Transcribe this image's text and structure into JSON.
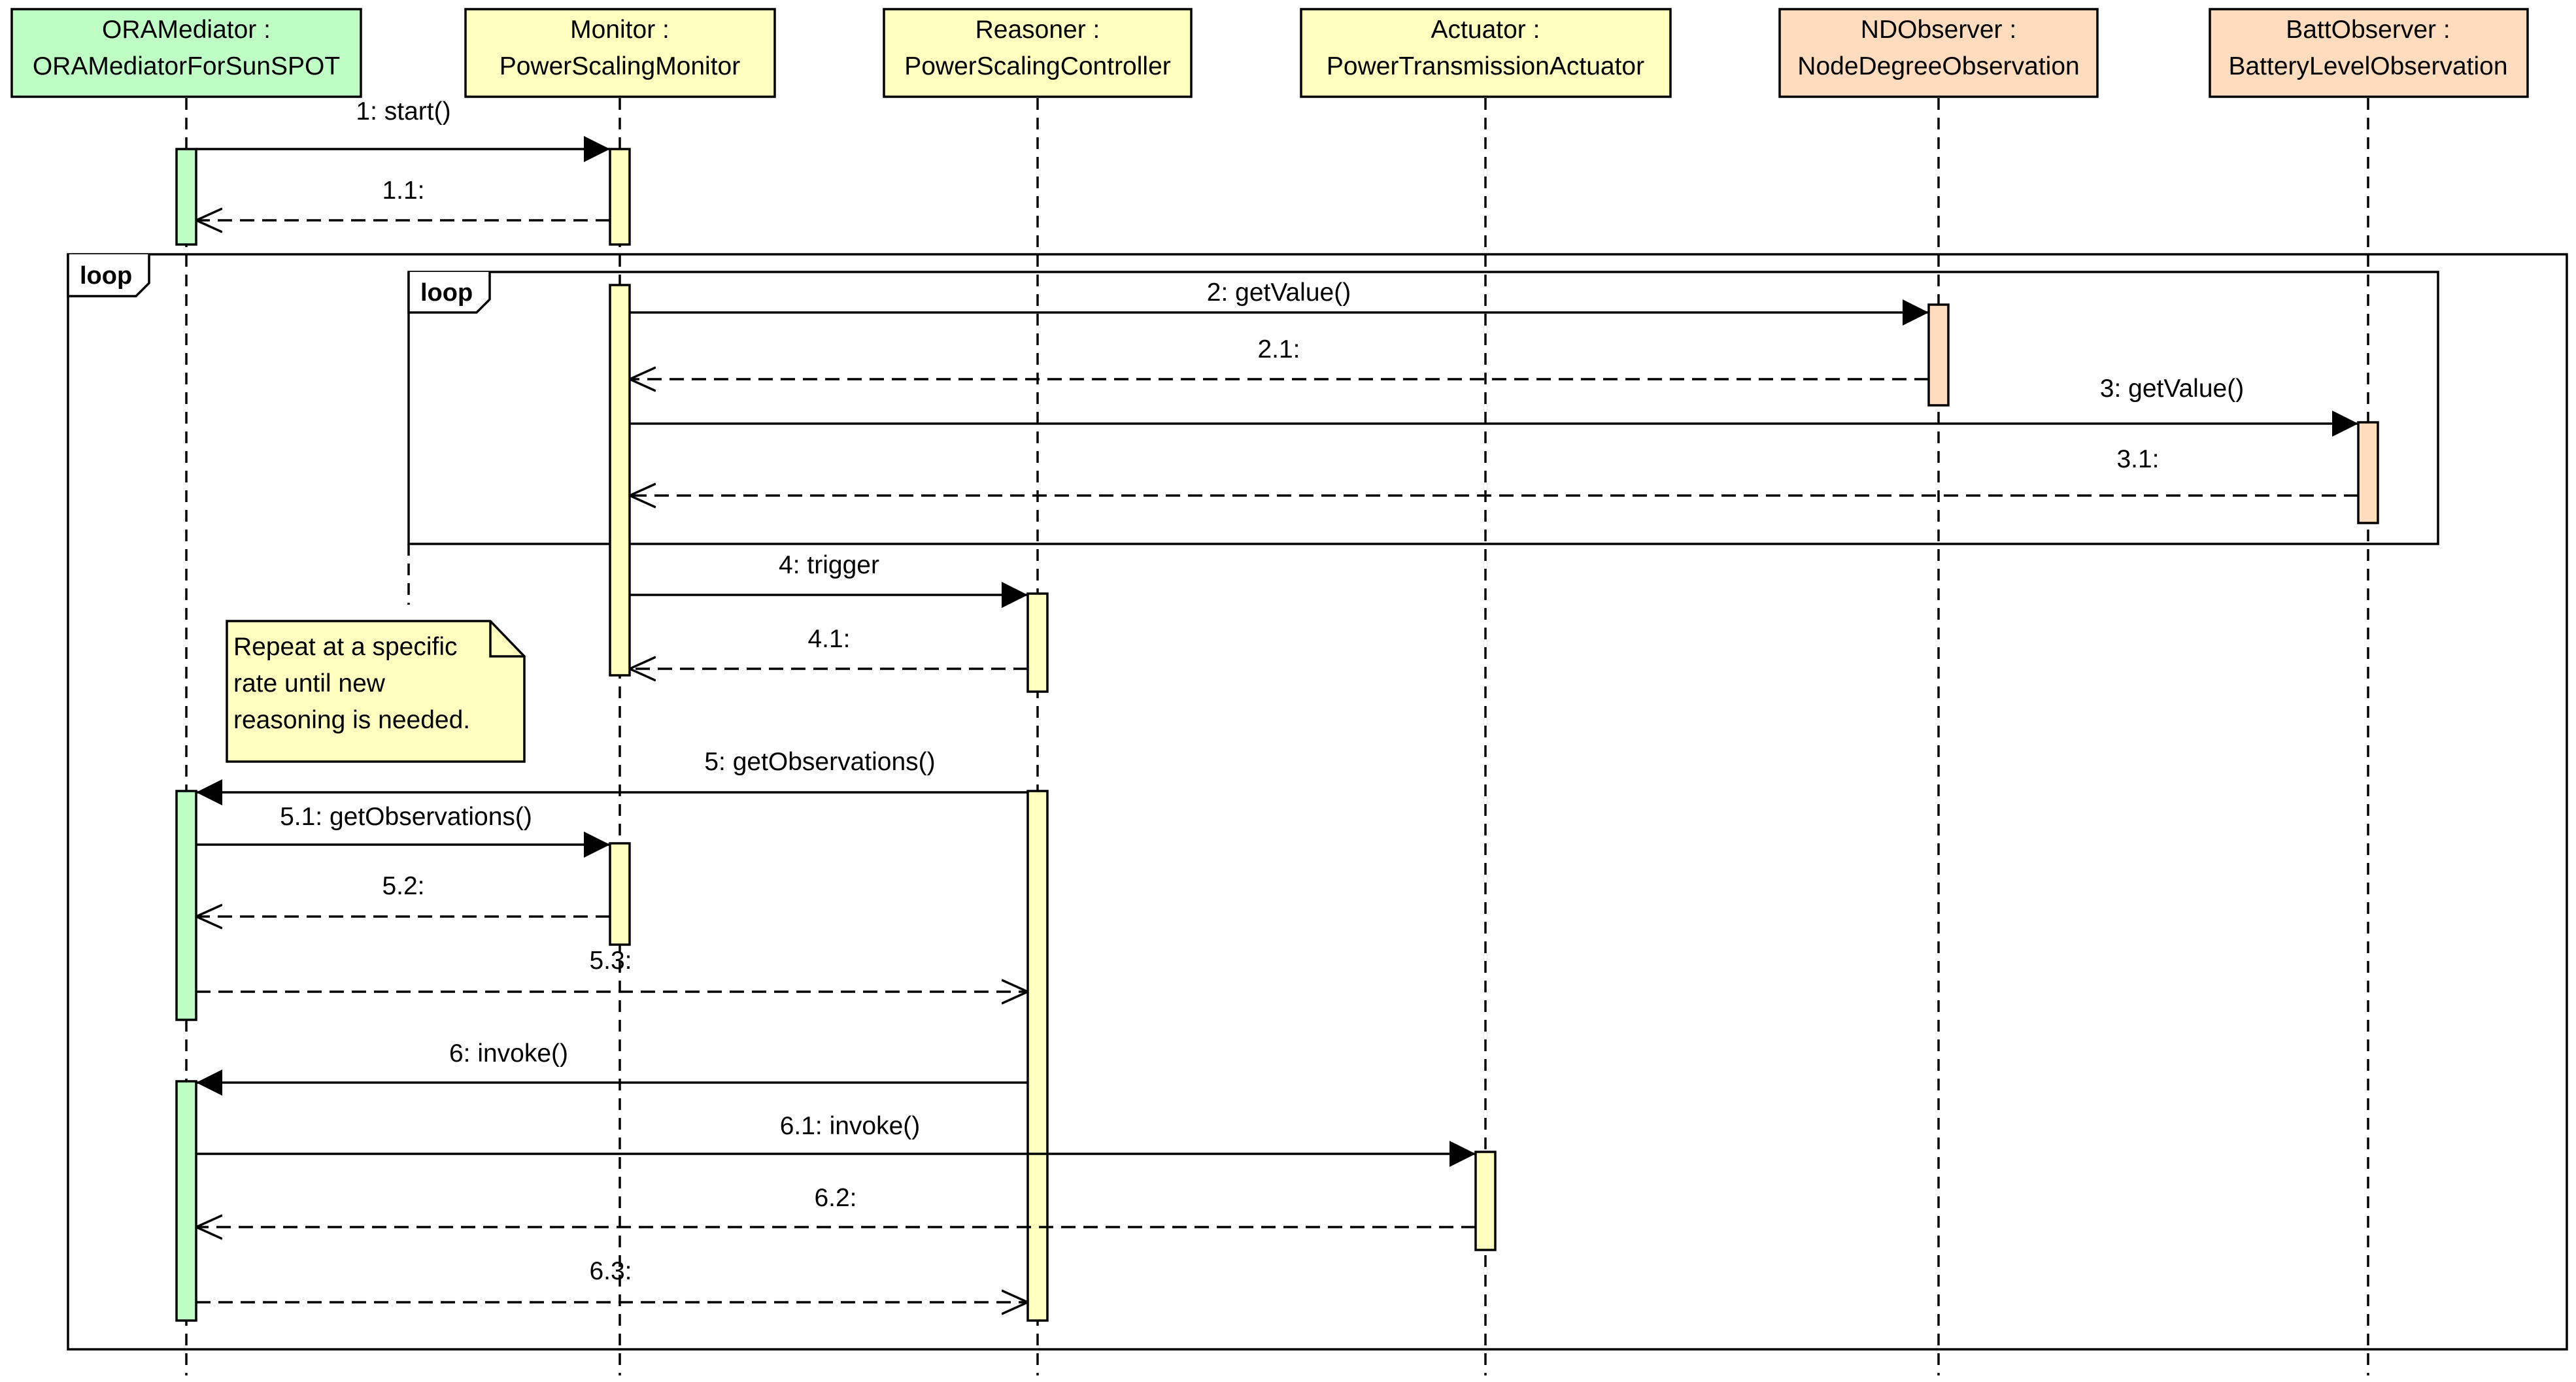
{
  "lifelines": [
    {
      "id": "mediator",
      "name_line1": "ORAMediator :",
      "name_line2": "ORAMediatorForSunSPOT",
      "fill": "#bfffc6"
    },
    {
      "id": "monitor",
      "name_line1": "Monitor :",
      "name_line2": "PowerScalingMonitor",
      "fill": "#ffffc0"
    },
    {
      "id": "reasoner",
      "name_line1": "Reasoner :",
      "name_line2": "PowerScalingController",
      "fill": "#ffffc0"
    },
    {
      "id": "actuator",
      "name_line1": "Actuator :",
      "name_line2": "PowerTransmissionActuator",
      "fill": "#ffffc0"
    },
    {
      "id": "ndobserver",
      "name_line1": "NDObserver :",
      "name_line2": "NodeDegreeObservation",
      "fill": "#ffdcbe"
    },
    {
      "id": "battobserver",
      "name_line1": "BattObserver :",
      "name_line2": "BatteryLevelObservation",
      "fill": "#ffdcbe"
    }
  ],
  "frames": [
    {
      "id": "outer-loop",
      "label": "loop"
    },
    {
      "id": "inner-loop",
      "label": "loop"
    }
  ],
  "note": {
    "lines": [
      "Repeat at a specific",
      "rate until new",
      "reasoning is needed."
    ],
    "fill": "#ffffc0"
  },
  "messages": [
    {
      "label": "1: start()",
      "from": "mediator",
      "to": "monitor",
      "kind": "sync"
    },
    {
      "label": "1.1:",
      "from": "monitor",
      "to": "mediator",
      "kind": "reply"
    },
    {
      "label": "2: getValue()",
      "from": "monitor",
      "to": "ndobserver",
      "kind": "sync"
    },
    {
      "label": "2.1:",
      "from": "ndobserver",
      "to": "monitor",
      "kind": "reply"
    },
    {
      "label": "3: getValue()",
      "from": "monitor",
      "to": "battobserver",
      "kind": "sync"
    },
    {
      "label": "3.1:",
      "from": "battobserver",
      "to": "monitor",
      "kind": "reply"
    },
    {
      "label": "4: trigger",
      "from": "monitor",
      "to": "reasoner",
      "kind": "sync"
    },
    {
      "label": "4.1:",
      "from": "reasoner",
      "to": "monitor",
      "kind": "reply"
    },
    {
      "label": "5: getObservations()",
      "from": "reasoner",
      "to": "mediator",
      "kind": "sync"
    },
    {
      "label": "5.1: getObservations()",
      "from": "mediator",
      "to": "monitor",
      "kind": "sync"
    },
    {
      "label": "5.2:",
      "from": "monitor",
      "to": "mediator",
      "kind": "reply"
    },
    {
      "label": "5.3:",
      "from": "mediator",
      "to": "reasoner",
      "kind": "reply"
    },
    {
      "label": "6: invoke()",
      "from": "reasoner",
      "to": "mediator",
      "kind": "sync"
    },
    {
      "label": "6.1: invoke()",
      "from": "mediator",
      "to": "actuator",
      "kind": "sync"
    },
    {
      "label": "6.2:",
      "from": "actuator",
      "to": "mediator",
      "kind": "reply"
    },
    {
      "label": "6.3:",
      "from": "mediator",
      "to": "reasoner",
      "kind": "reply"
    }
  ],
  "colors": {
    "line": "#000000",
    "green": "#bfffc6",
    "yellow": "#ffffc0",
    "orange": "#ffdcbe"
  }
}
